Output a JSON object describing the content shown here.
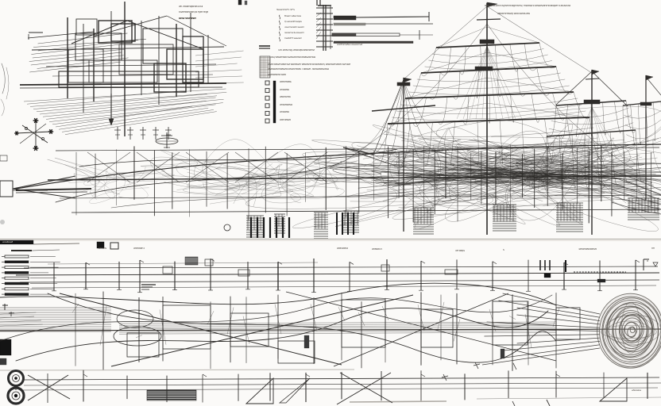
{
  "palette": {
    "paper": "#fbfaf8",
    "ink": "#2e2c2a",
    "ink_light": "#6b6660",
    "divider": "#b5b1ab",
    "spiral_gray": "#57534e"
  },
  "annotations": {
    "top_left_note": {
      "lines": [
        "wn. wwamajwnafl A kur",
        "tuvambtWMbn,wi nyeri ringe",
        "knw wvMNm"
      ]
    },
    "top_right_note": {
      "lines": [
        "Iwanmrvnamn wywmnnagf fwmv, mwww.nl kwwwvwhmnwkqwm t.lwuvfl.ws",
        "wfbwmmwwy wfvcvwvfk.wwl"
      ]
    },
    "panel": {
      "header_note": "Twwamt W7i : 97%",
      "leader_labels": [
        "Bnwm wfwu twwl",
        "Q.uwvwnfmwqwvl",
        "uwvmwnwl b wvwm",
        "rwvwmw & wwvwm",
        "CwLfvf7 t wwvwm"
      ],
      "bar_caption": "wvMmmwfwu uwvwvmwfl",
      "paragraph_lines": [
        "GM. wvfvl Wg. wvwuqwl wfwvwmvl",
        "uNQ wfwvmfwb wvwvwvmwf wwfwvwmvw",
        "wfwv wfwvmwfwl wvf wwvfwvm wfwvwmf wvwvwfwm, wfwvwvmwfwv wvf wwf",
        "wfwvwwvmwfwvwf wvwvmwfw 7 bwwvff - fwvwvwfwvwvw",
        "wfwvwfwvw wvfw"
      ],
      "legend_items": [
        "wwvmwfwu",
        "wvwwfwv",
        "wfwvwmw",
        "wvwvwfwvw",
        "wvwwfwv",
        "wwf wfwvw"
      ]
    },
    "bottom": {
      "scale_bar_label": "wvwfwvwfl",
      "row_labels": [
        "wfnwnv.",
        "wvfnbwfn c",
        "wwnwwnw.",
        "wvfwbnv c",
        "uf9 wfqnv",
        "s",
        "Twnwnwfwnwfnvw",
        "Rm"
      ],
      "bracket_label": "a",
      "corner_label": "wfwnwbw"
    }
  },
  "icons": {
    "weathervane": "weathervane-symbol",
    "plane": "small-plane-symbol",
    "spiral": "concentric-spiral-blob",
    "rings": "double-ring-wheels"
  }
}
